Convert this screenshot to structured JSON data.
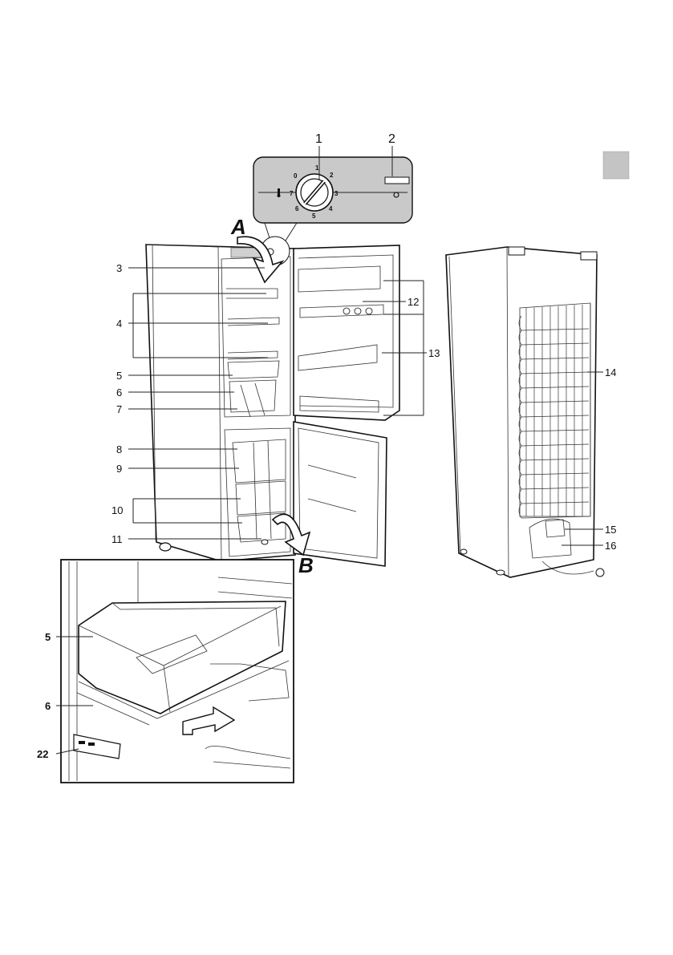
{
  "panel": {
    "callouts": [
      "1",
      "2"
    ],
    "dial_numbers": [
      "0",
      "1",
      "2",
      "3",
      "4",
      "5",
      "6",
      "7"
    ]
  },
  "arrows": {
    "door_top": "A",
    "door_bottom": "B"
  },
  "fridge_labels": [
    "3",
    "4",
    "5",
    "6",
    "7",
    "8",
    "9",
    "10",
    "11",
    "12",
    "13"
  ],
  "rear_labels": [
    "14",
    "15",
    "16"
  ],
  "inset_labels": [
    "5",
    "6",
    "22"
  ],
  "colors": {
    "tab": "#c4c4c4",
    "panel": "#c9c9c9",
    "line": "#111111"
  }
}
